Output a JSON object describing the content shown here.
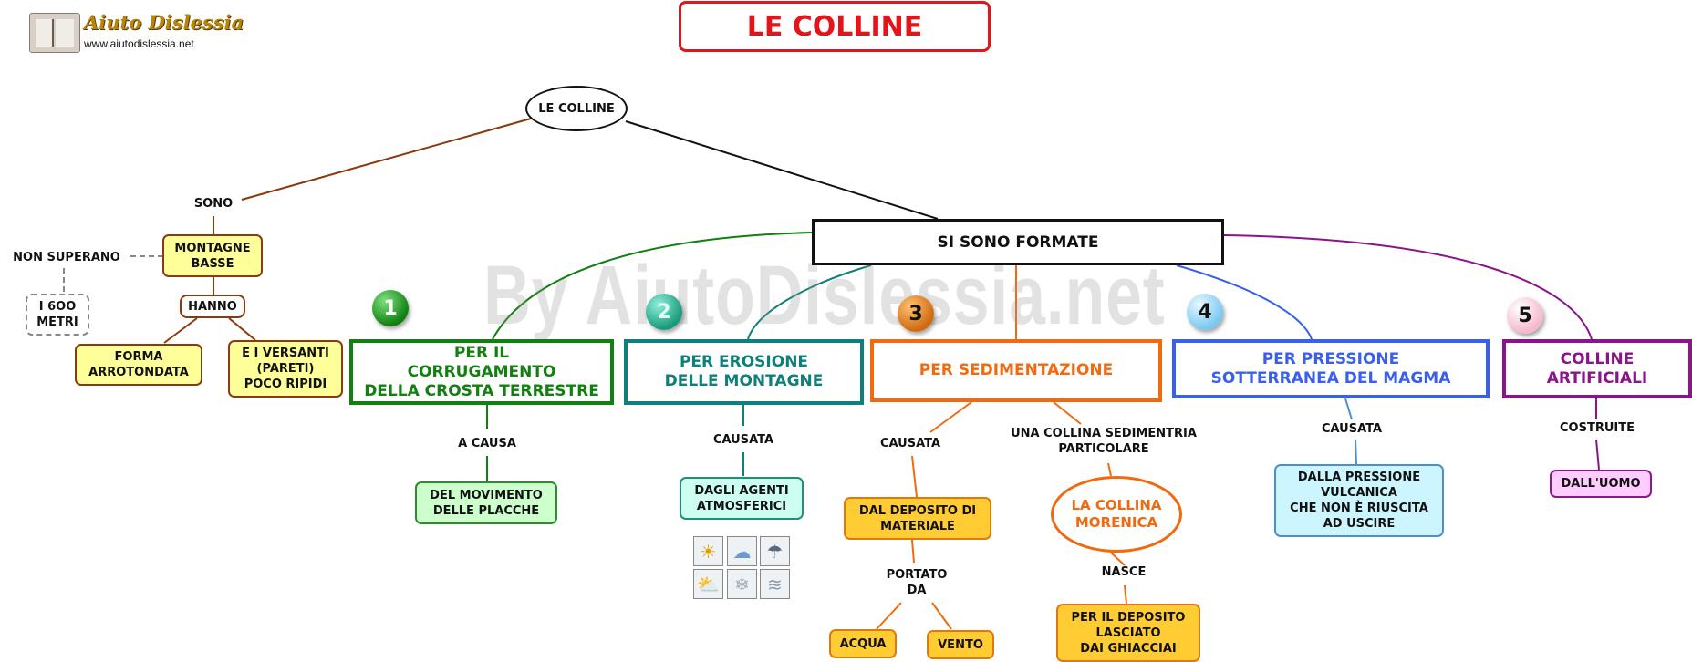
{
  "logo": {
    "name": "Aiuto Dislessia",
    "url": "www.aiutodislessia.net"
  },
  "title": "LE COLLINE",
  "watermark": "By AiutoDislessia.net",
  "root": "LE COLLINE",
  "left": {
    "sono": "SONO",
    "montagne": "MONTAGNE\nBASSE",
    "non_superano": "NON SUPERANO",
    "seicento": "I 6OO\nMETRI",
    "hanno": "HANNO",
    "forma": "FORMA\nARROTONDATA",
    "versanti": "E I VERSANTI\n(PARETI)\nPOCO RIPIDI"
  },
  "formate": "SI SONO FORMATE",
  "categories": [
    {
      "num": "1",
      "title": "PER IL\nCORRUGAMENTO\nDELLA CROSTA TERRESTRE",
      "link": "A CAUSA",
      "leaf": "DEL MOVIMENTO\nDELLE PLACCHE",
      "color": "#118011"
    },
    {
      "num": "2",
      "title": "PER EROSIONE\nDELLE MONTAGNE",
      "link": "CAUSATA",
      "leaf": "DAGLI AGENTI\nATMOSFERICI",
      "color": "#0e7f7a"
    },
    {
      "num": "3",
      "title": "PER SEDIMENTAZIONE",
      "link": "CAUSATA",
      "leaf": "DAL DEPOSITO DI\nMATERIALE",
      "color": "#f26a0f"
    },
    {
      "num": "4",
      "title": "PER PRESSIONE\nSOTTERRANEA DEL MAGMA",
      "link": "CAUSATA",
      "leaf": "DALLA PRESSIONE\nVULCANICA\nCHE NON È RIUSCITA\nAD USCIRE",
      "color": "#3a5ff0"
    },
    {
      "num": "5",
      "title": "COLLINE\nARTIFICIALI",
      "link": "COSTRUITE",
      "leaf": "DALL'UOMO",
      "color": "#8a158a"
    }
  ],
  "sedimentazione": {
    "portato": "PORTATO\nDA",
    "acqua": "ACQUA",
    "vento": "VENTO",
    "particolare": "UNA COLLINA SEDIMENTRIA\nPARTICOLARE",
    "morenica": "LA COLLINA\nMORENICA",
    "nasce": "NASCE",
    "deposito": "PER IL DEPOSITO\nLASCIATO\nDAI GHIACCIAI"
  },
  "weather_icons": [
    "sun-icon",
    "cloud-icon",
    "storm-icon",
    "sun-cloud-icon",
    "snow-icon",
    "fog-icon"
  ]
}
